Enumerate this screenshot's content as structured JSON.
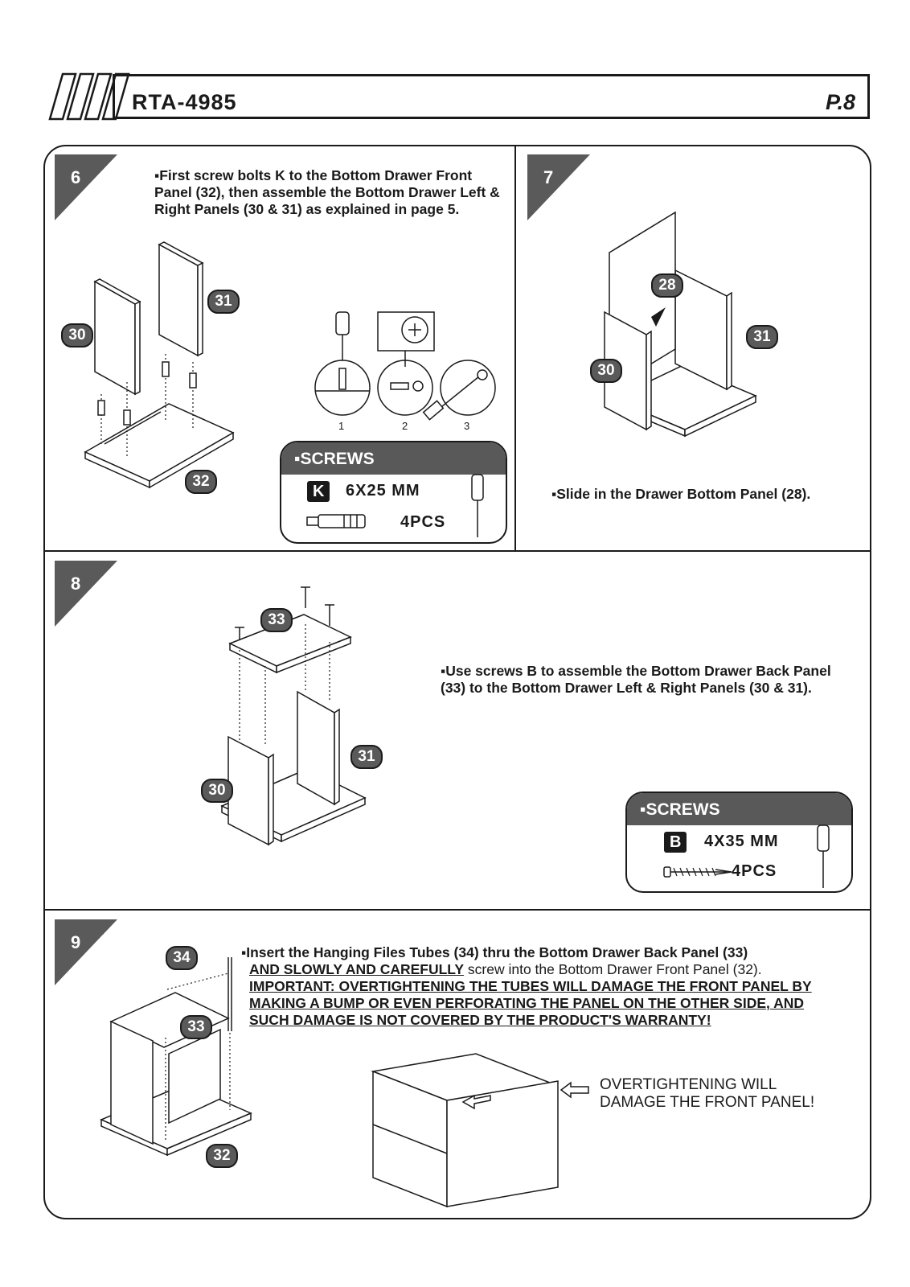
{
  "header": {
    "model": "RTA-4985",
    "page": "P.8"
  },
  "steps": {
    "s6": {
      "number": "6",
      "text": "▪First screw bolts K to the Bottom Drawer Front Panel (32), then assemble the Bottom Drawer Left & Right Panels (30 & 31) as explained in page 5.",
      "parts": [
        "30",
        "31",
        "32"
      ],
      "detail_labels": [
        "1",
        "2",
        "3"
      ],
      "screws": {
        "title": "▪SCREWS",
        "code": "K",
        "size": "6X25 MM",
        "qty": "4PCS"
      }
    },
    "s7": {
      "number": "7",
      "text": "▪Slide in the Drawer Bottom Panel (28).",
      "parts": [
        "28",
        "31",
        "30"
      ]
    },
    "s8": {
      "number": "8",
      "text": "▪Use screws B to assemble the Bottom Drawer Back Panel (33) to the Bottom Drawer Left & Right Panels (30 & 31).",
      "parts": [
        "33",
        "31",
        "30"
      ],
      "screws": {
        "title": "▪SCREWS",
        "code": "B",
        "size": "4X35 MM",
        "qty": "4PCS"
      }
    },
    "s9": {
      "number": "9",
      "text_normal": "▪Insert the Hanging Files Tubes (34) thru the Bottom Drawer Back Panel (33)",
      "text_underlined_1": "AND SLOWLY AND CAREFULLY",
      "text_after": " screw into the Bottom Drawer Front Panel (32).",
      "important": "IMPORTANT: OVERTIGHTENING THE TUBES WILL DAMAGE THE FRONT PANEL BY MAKING A BUMP OR EVEN PERFORATING THE PANEL ON THE OTHER SIDE, AND SUCH DAMAGE IS NOT COVERED BY THE PRODUCT'S WARRANTY!",
      "warning": "OVERTIGHTENING WILL DAMAGE THE FRONT PANEL!",
      "parts": [
        "34",
        "33",
        "32"
      ]
    }
  },
  "icons": [
    "screwdriver-icon",
    "bolt-k-icon",
    "screw-b-icon",
    "arrow-left-icon"
  ]
}
